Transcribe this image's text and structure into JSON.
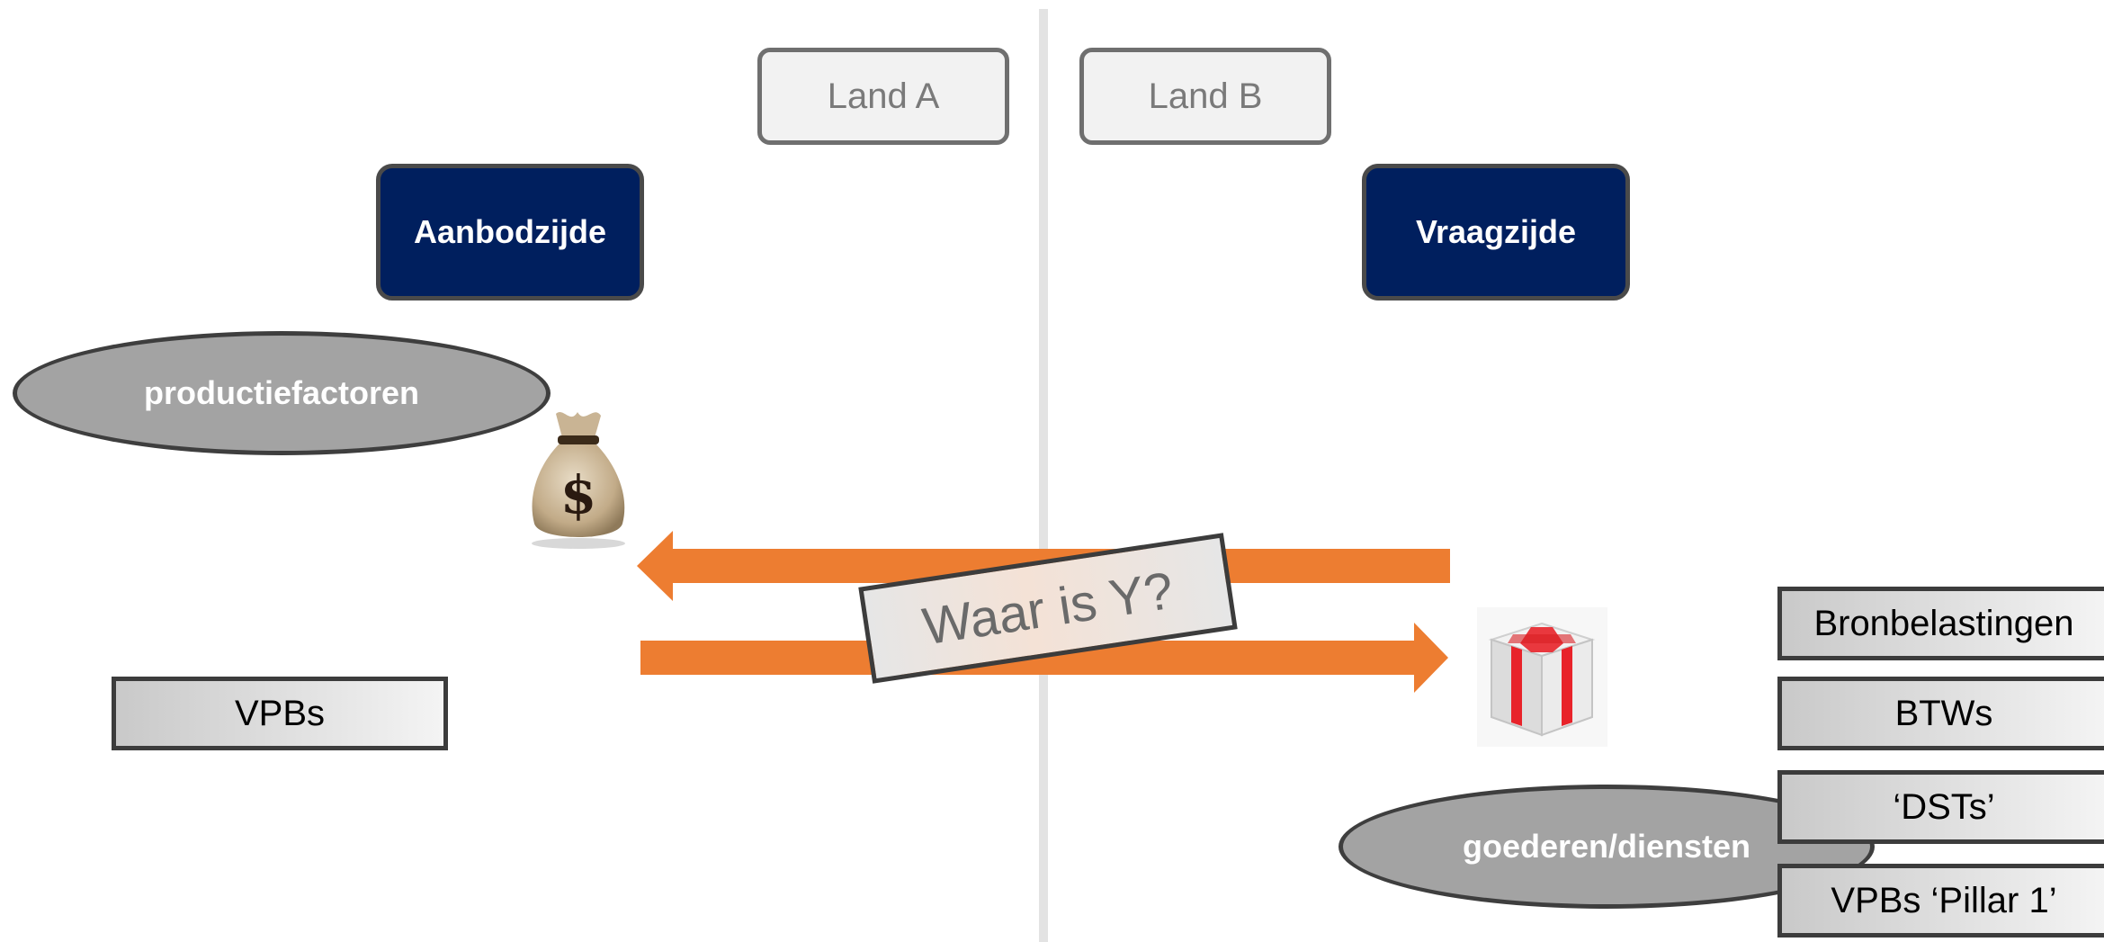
{
  "land_a": "Land A",
  "land_b": "Land B",
  "supply_side": "Aanbodzijde",
  "demand_side": "Vraagzijde",
  "production_factors": "productiefactoren",
  "goods_services": "goederen/diensten",
  "question": "Waar is Y?",
  "left_taxes": [
    "VPBs"
  ],
  "right_taxes": [
    "Bronbelastingen",
    "BTWs",
    "‘DSTs’",
    "VPBs ‘Pillar 1’"
  ],
  "icons": {
    "money": "money-bag-icon",
    "gift": "gift-box-icon"
  },
  "colors": {
    "arrow": "#ed7d31",
    "navy": "#001f5e",
    "oval": "#a3a3a3"
  }
}
